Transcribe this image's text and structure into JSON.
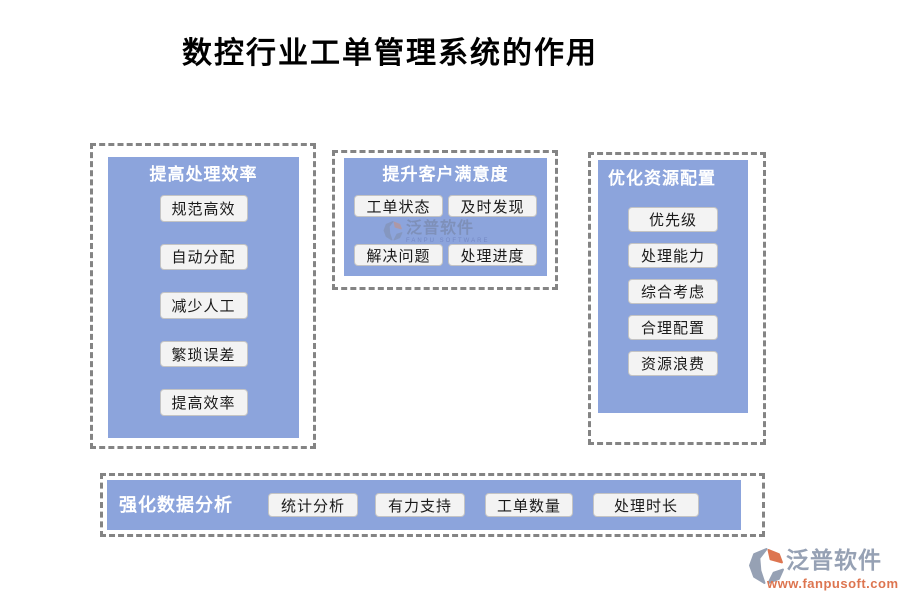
{
  "page": {
    "title": "数控行业工单管理系统的作用"
  },
  "panels": {
    "efficiency": {
      "title": "提高处理效率",
      "items": [
        "规范高效",
        "自动分配",
        "减少人工",
        "繁琐误差",
        "提高效率"
      ]
    },
    "satisfaction": {
      "title": "提升客户满意度",
      "items": [
        "工单状态",
        "及时发现",
        "解决问题",
        "处理进度"
      ]
    },
    "resources": {
      "title": "优化资源配置",
      "items": [
        "优先级",
        "处理能力",
        "综合考虑",
        "合理配置",
        "资源浪费"
      ]
    },
    "analytics": {
      "title": "强化数据分析",
      "items": [
        "统计分析",
        "有力支持",
        "工单数量",
        "处理时长"
      ]
    }
  },
  "watermark": {
    "brand": "泛普软件",
    "subtext": "FANPU SOFTWARE"
  },
  "footer_logo": {
    "brand": "泛普软件",
    "url": "www.fanpusoft.com"
  },
  "colors": {
    "panel_fill": "#8CA4DC",
    "dash_border": "#848484",
    "pill_fill": "#F3F3F3",
    "pill_border": "#C4C4C4",
    "pill_text": "#1A1A1A",
    "panel_title_text": "#FFFFFF",
    "title_text": "#000000",
    "logo_gray": "#96A1B4",
    "logo_orange": "#DD7550"
  }
}
